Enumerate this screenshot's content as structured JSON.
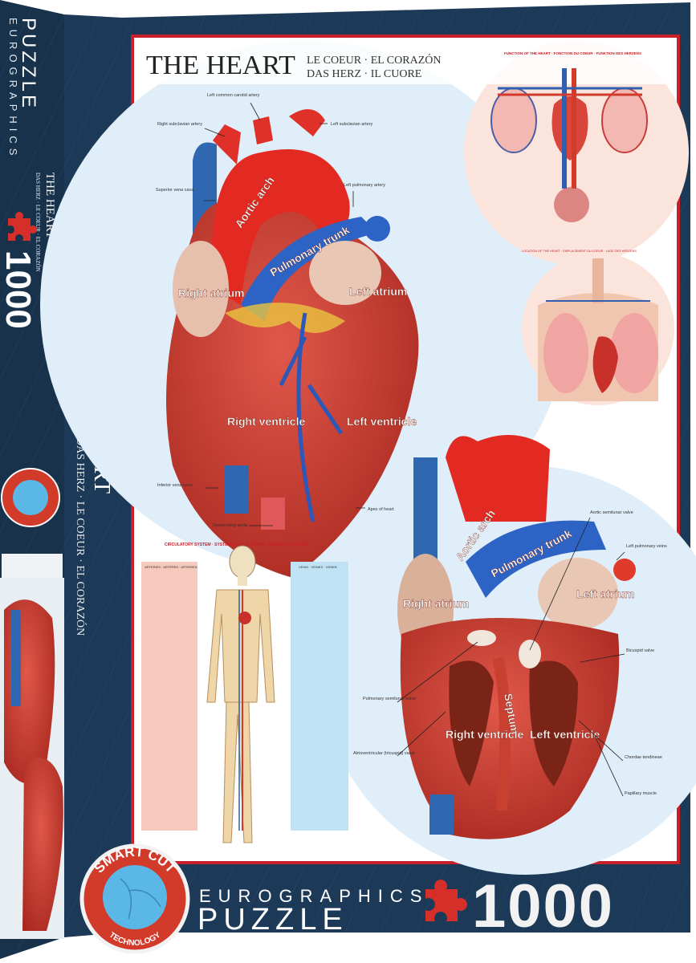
{
  "box": {
    "brand_top": "EUROGRAPHICS",
    "brand_bottom": "PUZZLE",
    "piece_count": "1000",
    "badge_top": "SMART CUT",
    "badge_bottom": "TECHNOLOGY",
    "colors": {
      "navy": "#1c3a57",
      "red": "#c8202a",
      "badge_blue": "#5bb8e6"
    }
  },
  "spine": {
    "title": "THE HEART",
    "subtitle": "DAS HERZ · LE COEUR · EL CORAZÓN"
  },
  "side": {
    "title": "THE HEART",
    "subtitle": "DAS HERZ · LE COEUR · EL CORAZÓN"
  },
  "poster": {
    "title": "THE HEART",
    "subtitle_1": "LE COEUR · EL CORAZÓN",
    "subtitle_2": "DAS HERZ · IL CUORE",
    "function_heading": "FUNCTION OF THE HEART · FONCTION DU COEUR · FUNKTION DES HERZENS",
    "location_heading": "LOCATION OF THE HEART · EMPLACEMENT DU COEUR · LAGE DES HERZENS",
    "circulatory_heading": "CIRCULATORY SYSTEM · SYSTÈME CIRCULATOIRE · KREISLAUFSYSTEM",
    "arteries_heading": "ARTERIES · ARTÈRES · ARTERIEN",
    "veins_heading": "VEINS · VEINES · VENEN",
    "exterior_labels": {
      "aortic_arch": "Aortic arch",
      "pulmonary_trunk": "Pulmonary trunk",
      "right_atrium": "Right atrium",
      "left_atrium": "Left atrium",
      "right_ventricle": "Right ventricle",
      "left_ventricle": "Left ventricle",
      "left_common_carotid": "Left common carotid artery",
      "left_subclavian": "Left subclavian artery",
      "right_subclavian": "Right subclavian artery",
      "superior_vena_cava": "Superior vena cava",
      "left_pulmonary_artery": "Left pulmonary artery",
      "inferior_vena_cava": "Inferior vena cava",
      "descending_aorta": "Descending aorta",
      "apex": "Apex of heart"
    },
    "interior_labels": {
      "aortic_arch": "Aortic arch",
      "pulmonary_trunk": "Pulmonary trunk",
      "right_atrium": "Right atrium",
      "left_atrium": "Left atrium",
      "septum": "Septum",
      "right_ventricle": "Right ventricle",
      "left_ventricle": "Left ventricle",
      "aortic_valve": "Aortic semilunar valve",
      "left_pulmonary_veins": "Left pulmonary veins",
      "bicuspid_valve": "Bicuspid valve",
      "pulmonary_valve": "Pulmonary semilunar valve",
      "tricuspid_valve": "Atrioventricular (tricuspid) valve",
      "chordae": "Chordae tendineae",
      "papillary": "Papillary muscle"
    }
  }
}
